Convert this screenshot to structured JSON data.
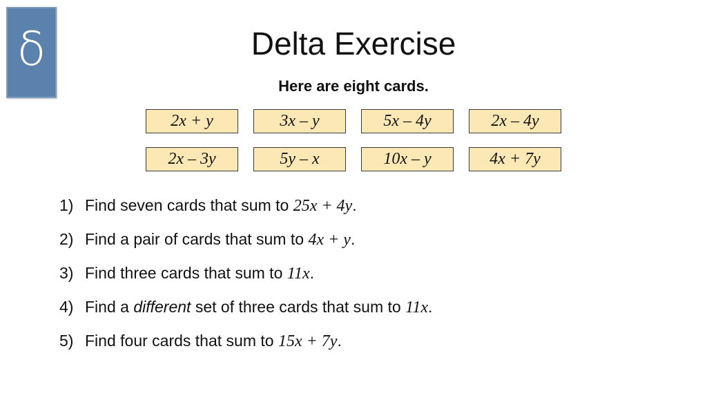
{
  "logo": {
    "glyph": "δ",
    "color": "#5b82ad"
  },
  "title": "Delta Exercise",
  "subtitle": "Here are eight cards.",
  "cards": [
    "2x + y",
    "3x – y",
    "5x – 4y",
    "2x – 4y",
    "2x – 3y",
    "5y – x",
    "10x – y",
    "4x + 7y"
  ],
  "card_color": "#fbe8b4",
  "questions": [
    {
      "num": "1)",
      "pre": "Find seven cards that sum to ",
      "math": "25x + 4y",
      "post": "."
    },
    {
      "num": "2)",
      "pre": "Find a pair of cards that sum to ",
      "math": "4x + y",
      "post": "."
    },
    {
      "num": "3)",
      "pre": "Find three cards that sum to ",
      "math": "11x",
      "post": "."
    },
    {
      "num": "4)",
      "pre": "Find a ",
      "em": "different",
      "pre2": " set of three cards that sum to ",
      "math": "11x",
      "post": "."
    },
    {
      "num": "5)",
      "pre": "Find four cards that sum to ",
      "math": "15x + 7y",
      "post": "."
    }
  ]
}
